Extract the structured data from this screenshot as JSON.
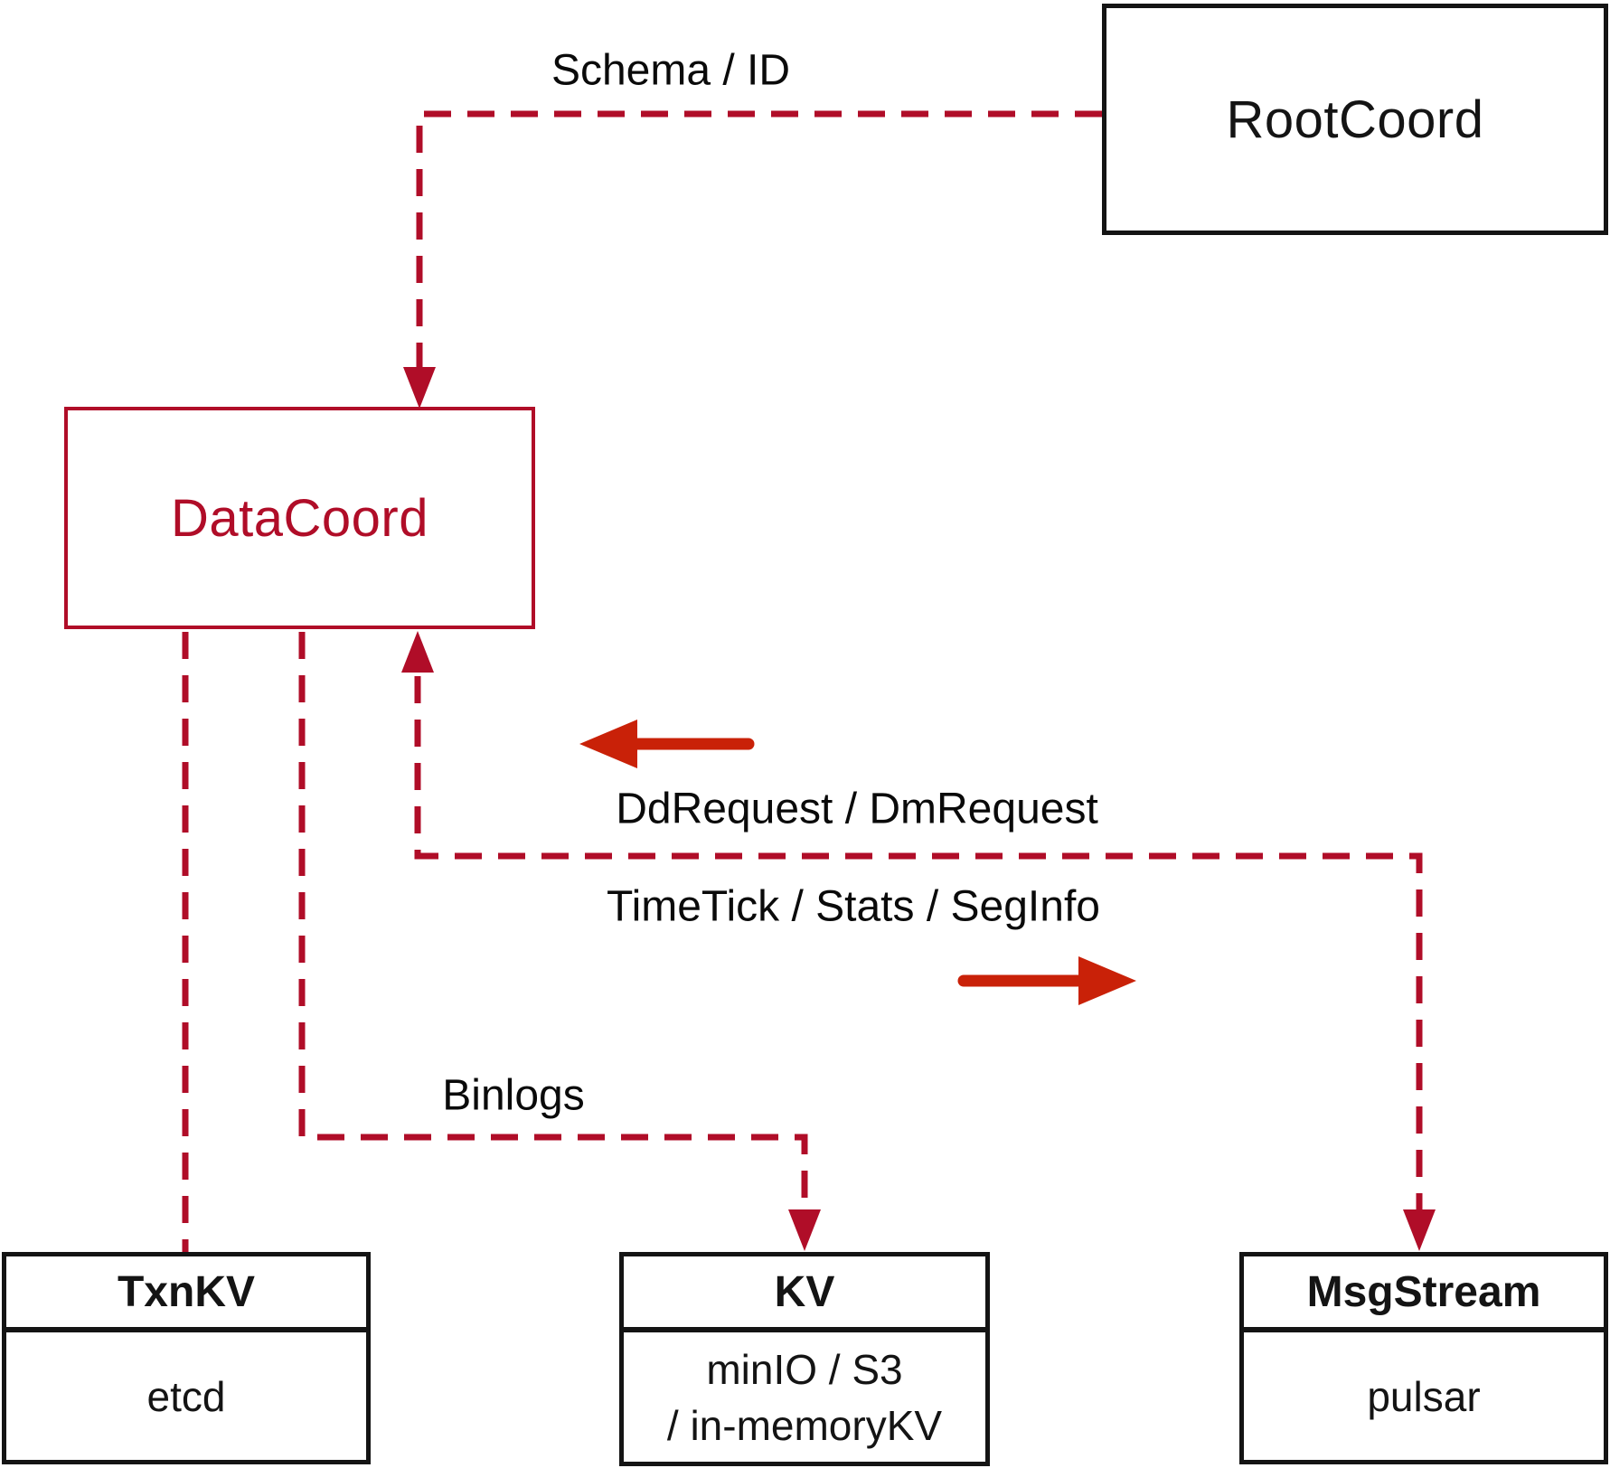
{
  "diagram": {
    "colors": {
      "line_red": "#b00d28",
      "arrow_red": "#c92108",
      "box_black": "#141414",
      "background": "#ffffff"
    },
    "nodes": {
      "rootcoord": {
        "label": "RootCoord"
      },
      "datacoord": {
        "label": "DataCoord"
      },
      "txnkv": {
        "title": "TxnKV",
        "body": "etcd"
      },
      "kv": {
        "title": "KV",
        "body_line1": "minIO / S3",
        "body_line2": "/ in-memoryKV"
      },
      "msgstream": {
        "title": "MsgStream",
        "body": "pulsar"
      }
    },
    "edges": {
      "schema_id": {
        "label": "Schema / ID"
      },
      "dd_dm_request": {
        "label": "DdRequest / DmRequest"
      },
      "timetick_stats_seginfo": {
        "label": "TimeTick / Stats / SegInfo"
      },
      "binlogs": {
        "label": "Binlogs"
      }
    }
  }
}
